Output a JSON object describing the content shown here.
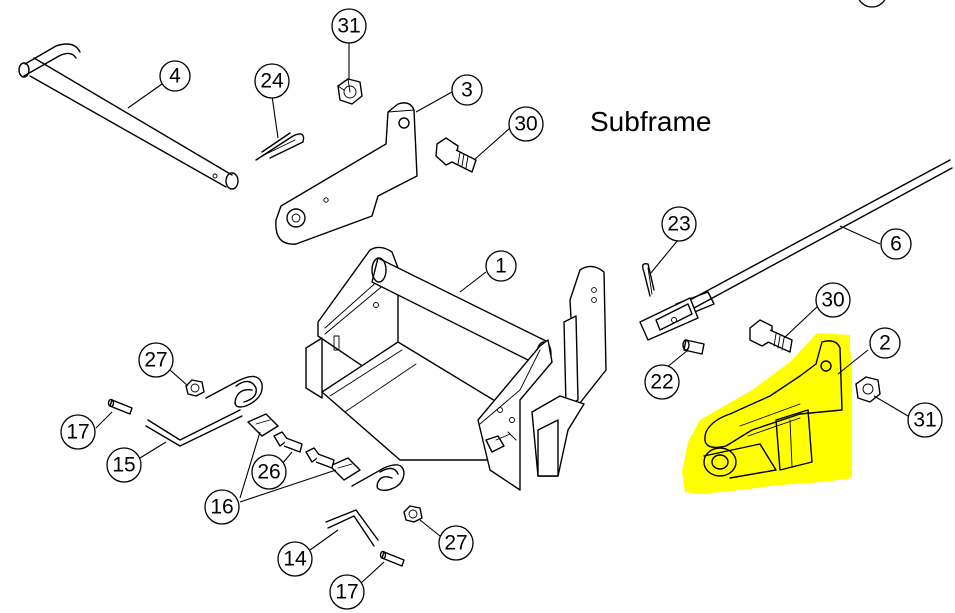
{
  "title": "Subframe",
  "highlight_color": "#FFFF00",
  "callouts": [
    {
      "id": "c31-top",
      "label": "31"
    },
    {
      "id": "c4",
      "label": "4"
    },
    {
      "id": "c24",
      "label": "24"
    },
    {
      "id": "c3",
      "label": "3"
    },
    {
      "id": "c30-top",
      "label": "30"
    },
    {
      "id": "c23",
      "label": "23"
    },
    {
      "id": "c6",
      "label": "6"
    },
    {
      "id": "c1",
      "label": "1"
    },
    {
      "id": "c30-right",
      "label": "30"
    },
    {
      "id": "c2",
      "label": "2"
    },
    {
      "id": "c22",
      "label": "22"
    },
    {
      "id": "c31-right",
      "label": "31"
    },
    {
      "id": "c27-left",
      "label": "27"
    },
    {
      "id": "c17-left",
      "label": "17"
    },
    {
      "id": "c15",
      "label": "15"
    },
    {
      "id": "c26",
      "label": "26"
    },
    {
      "id": "c16",
      "label": "16"
    },
    {
      "id": "c27-bottom",
      "label": "27"
    },
    {
      "id": "c14",
      "label": "14"
    },
    {
      "id": "c17-bottom",
      "label": "17"
    }
  ]
}
